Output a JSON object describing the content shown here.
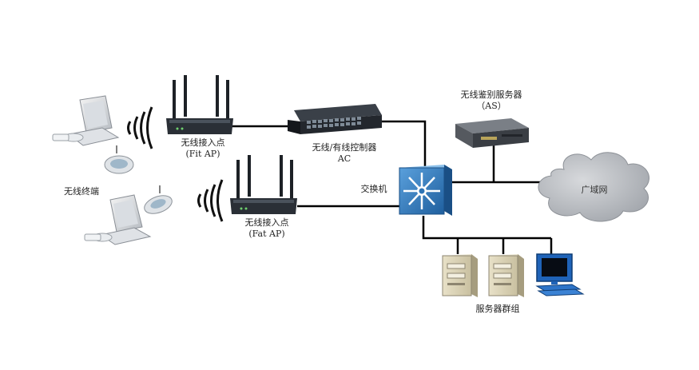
{
  "labels": {
    "wireless_terminal": "无线终端",
    "fit_ap_name": "无线接入点",
    "fit_ap_type": "(Fit AP)",
    "fat_ap_name": "无线接入点",
    "fat_ap_type": "(Fat AP)",
    "controller_name": "无线/有线控制器",
    "controller_abbr": "AC",
    "switch": "交换机",
    "auth_server_name": "无线鉴别服务器",
    "auth_server_abbr": "（AS）",
    "wan": "广域网",
    "server_group": "服务器群组"
  },
  "colors": {
    "switch_fill": "#2e74b5",
    "cloud_fill": "#b8bbc0",
    "link": "#000000",
    "device_dark": "#2a2f36"
  }
}
